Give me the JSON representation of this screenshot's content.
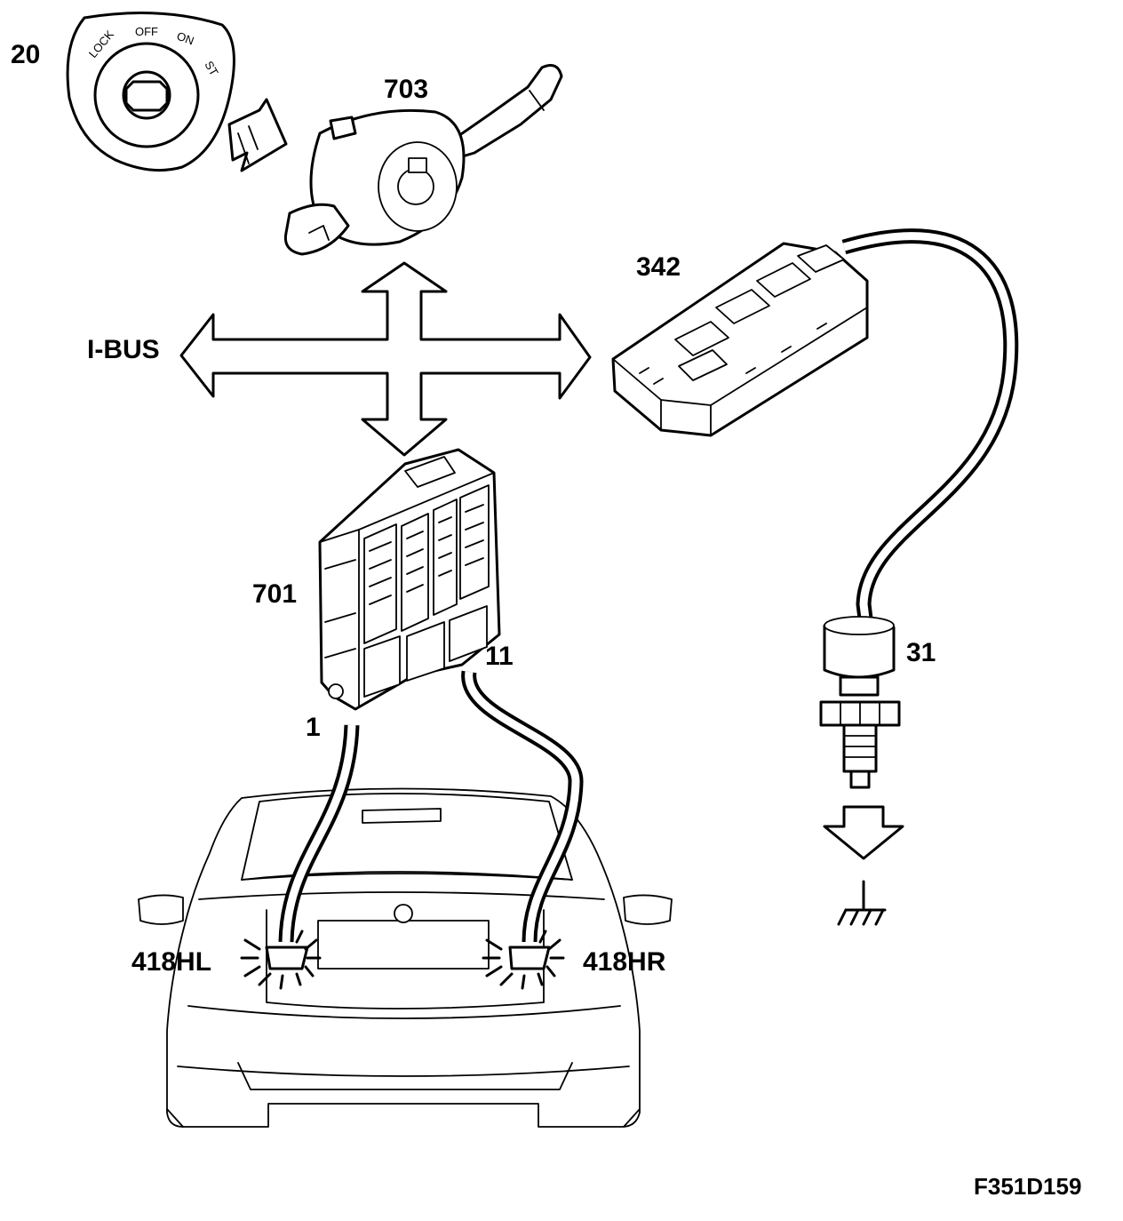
{
  "labels": {
    "ignition_switch": "20",
    "steering_wheel_module": "703",
    "bus": "I-BUS",
    "fuse_box": "342",
    "cem_module": "701",
    "pin_1": "1",
    "pin_11": "11",
    "sensor": "31",
    "lamp_left": "418HL",
    "lamp_right": "418HR",
    "figure_code": "F351D159"
  },
  "ignition_positions": {
    "lock": "LOCK",
    "off": "OFF",
    "on": "ON",
    "start": "ST"
  }
}
